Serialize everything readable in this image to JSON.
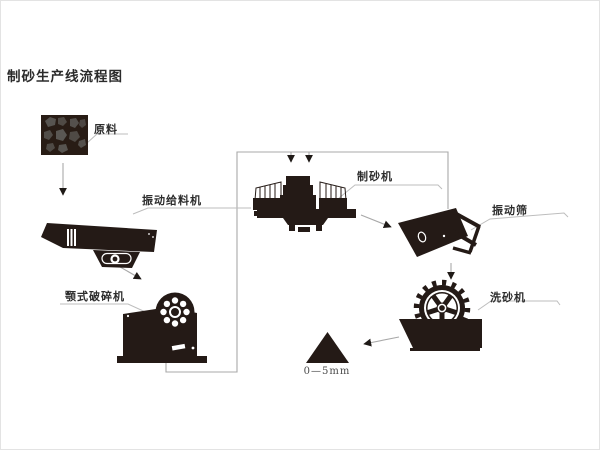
{
  "title": "制砂生产线流程图",
  "colors": {
    "machine": "#241a16",
    "flow_line": "#a8a8a8",
    "leader_line": "#bdbdbd",
    "arrowhead": "#1f1a17",
    "text": "#2d2d2d",
    "photo_background": "#281c15",
    "rock": "#5f5e5a"
  },
  "nodes": {
    "raw_material": {
      "label": "原料"
    },
    "vibrating_feeder": {
      "label": "振动给料机"
    },
    "jaw_crusher": {
      "label": "颚式破碎机"
    },
    "sand_maker": {
      "label": "制砂机"
    },
    "vibrating_screen": {
      "label": "振动筛"
    },
    "sand_washer": {
      "label": "洗砂机"
    },
    "final_product": {
      "label": "0—5mm"
    }
  },
  "edges": [
    {
      "from": "raw_material",
      "to": "vibrating_feeder"
    },
    {
      "from": "vibrating_feeder",
      "to": "jaw_crusher"
    },
    {
      "from": "jaw_crusher",
      "to": "sand_maker"
    },
    {
      "from": "sand_maker",
      "to": "vibrating_screen"
    },
    {
      "from": "vibrating_screen",
      "to": "sand_maker"
    },
    {
      "from": "vibrating_screen",
      "to": "sand_washer"
    },
    {
      "from": "sand_washer",
      "to": "final_product"
    }
  ]
}
